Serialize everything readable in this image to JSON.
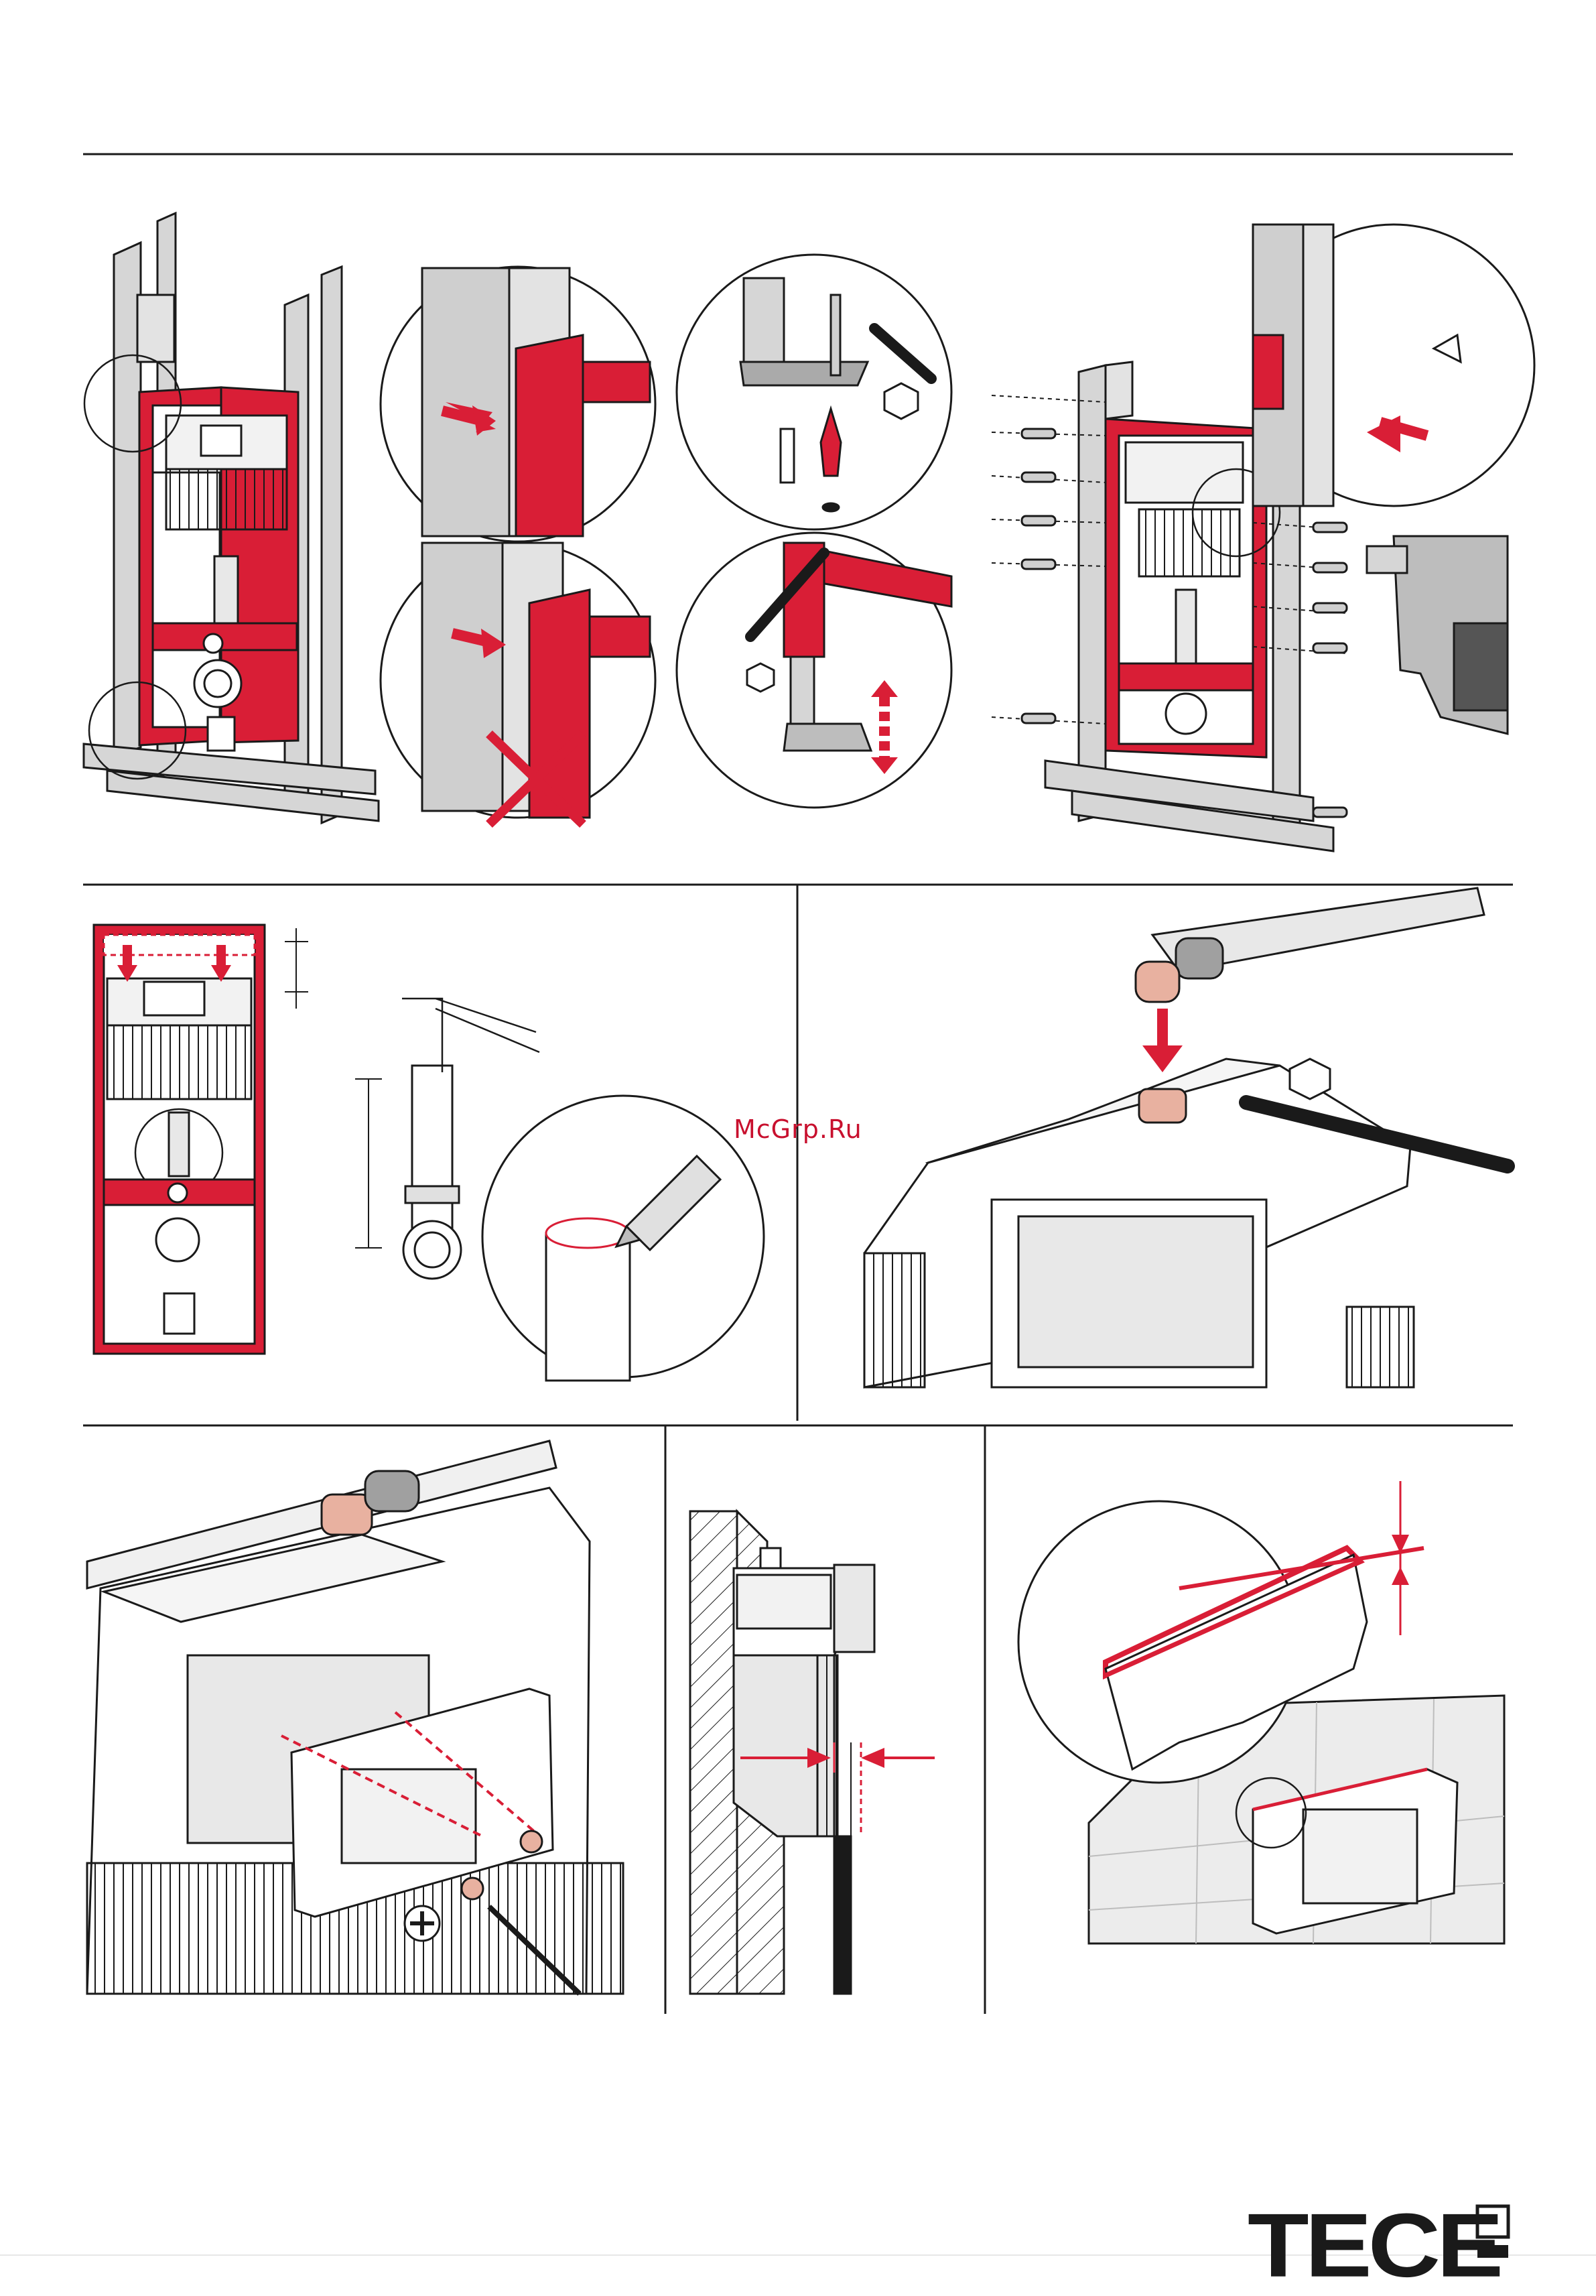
{
  "watermark": "McGrp.Ru",
  "brand": {
    "name": "TECE",
    "text_color": "#1a1a1a"
  },
  "colors": {
    "accent_red": "#d91e36",
    "frame_gray": "#c9c9c9",
    "line": "#1a1a1a"
  },
  "panels": [
    {
      "id": "frame-wall-alignment",
      "icons": [
        "arrow-icon",
        "cross-icon"
      ]
    },
    {
      "id": "anchor-and-adjust-feet",
      "icons": [
        "wrench-icon",
        "hex-nut-icon",
        "up-down-arrow-icon"
      ]
    },
    {
      "id": "drill-and-screw-frame",
      "icons": [
        "drill-icon",
        "screw-icon",
        "arrow-icon"
      ]
    },
    {
      "id": "cut-drain-pipe",
      "icons": [
        "knife-icon",
        "dimension-icon"
      ]
    },
    {
      "id": "connect-water-supply",
      "icons": [
        "wrench-icon",
        "hex-nut-icon",
        "arrow-icon"
      ]
    },
    {
      "id": "install-protection-box",
      "icons": [
        "screwdriver-icon",
        "phillips-icon"
      ]
    },
    {
      "id": "wall-depth-section",
      "icons": [
        "dimension-icon"
      ]
    },
    {
      "id": "tile-finish-detail",
      "icons": [
        "dimension-icon"
      ]
    }
  ]
}
